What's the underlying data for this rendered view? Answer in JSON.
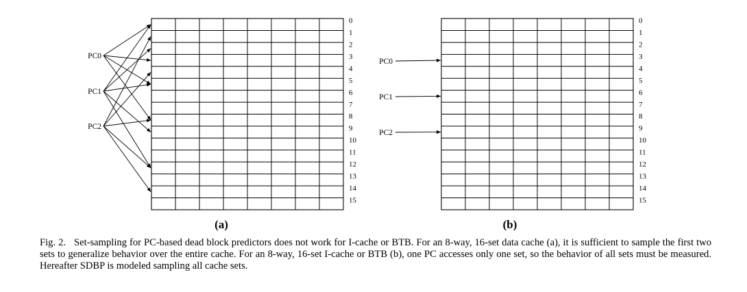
{
  "diagram_a": {
    "label": "(a)",
    "row_labels": [
      "0",
      "1",
      "2",
      "3",
      "4",
      "5",
      "6",
      "7",
      "8",
      "9",
      "10",
      "11",
      "12",
      "13",
      "14",
      "15"
    ],
    "pcs": [
      "PC0",
      "PC1",
      "PC2"
    ],
    "mappings": [
      {
        "pc": "PC0",
        "sets": [
          0,
          3,
          5,
          8
        ]
      },
      {
        "pc": "PC1",
        "sets": [
          0,
          2,
          5,
          9,
          12
        ]
      },
      {
        "pc": "PC2",
        "sets": [
          1,
          4,
          8,
          12,
          14
        ]
      }
    ]
  },
  "diagram_b": {
    "label": "(b)",
    "row_labels": [
      "0",
      "1",
      "2",
      "3",
      "4",
      "5",
      "6",
      "7",
      "8",
      "9",
      "10",
      "11",
      "12",
      "13",
      "14",
      "15"
    ],
    "pcs": [
      "PC0",
      "PC1",
      "PC2"
    ],
    "mappings": [
      {
        "pc": "PC0",
        "sets": [
          3
        ]
      },
      {
        "pc": "PC1",
        "sets": [
          6
        ]
      },
      {
        "pc": "PC2",
        "sets": [
          9
        ]
      }
    ]
  },
  "grid": {
    "ways": 8,
    "sets": 16
  },
  "caption": {
    "prefix": "Fig. 2.",
    "text": "Set-sampling for PC-based dead block predictors does not work for I-cache or BTB. For an 8-way, 16-set data cache (a), it is sufficient to sample the first two sets to generalize behavior over the entire cache. For an 8-way, 16-set I-cache or BTB (b), one PC accesses only one set, so the behavior of all sets must be measured. Hereafter SDBP is modeled sampling all cache sets."
  }
}
